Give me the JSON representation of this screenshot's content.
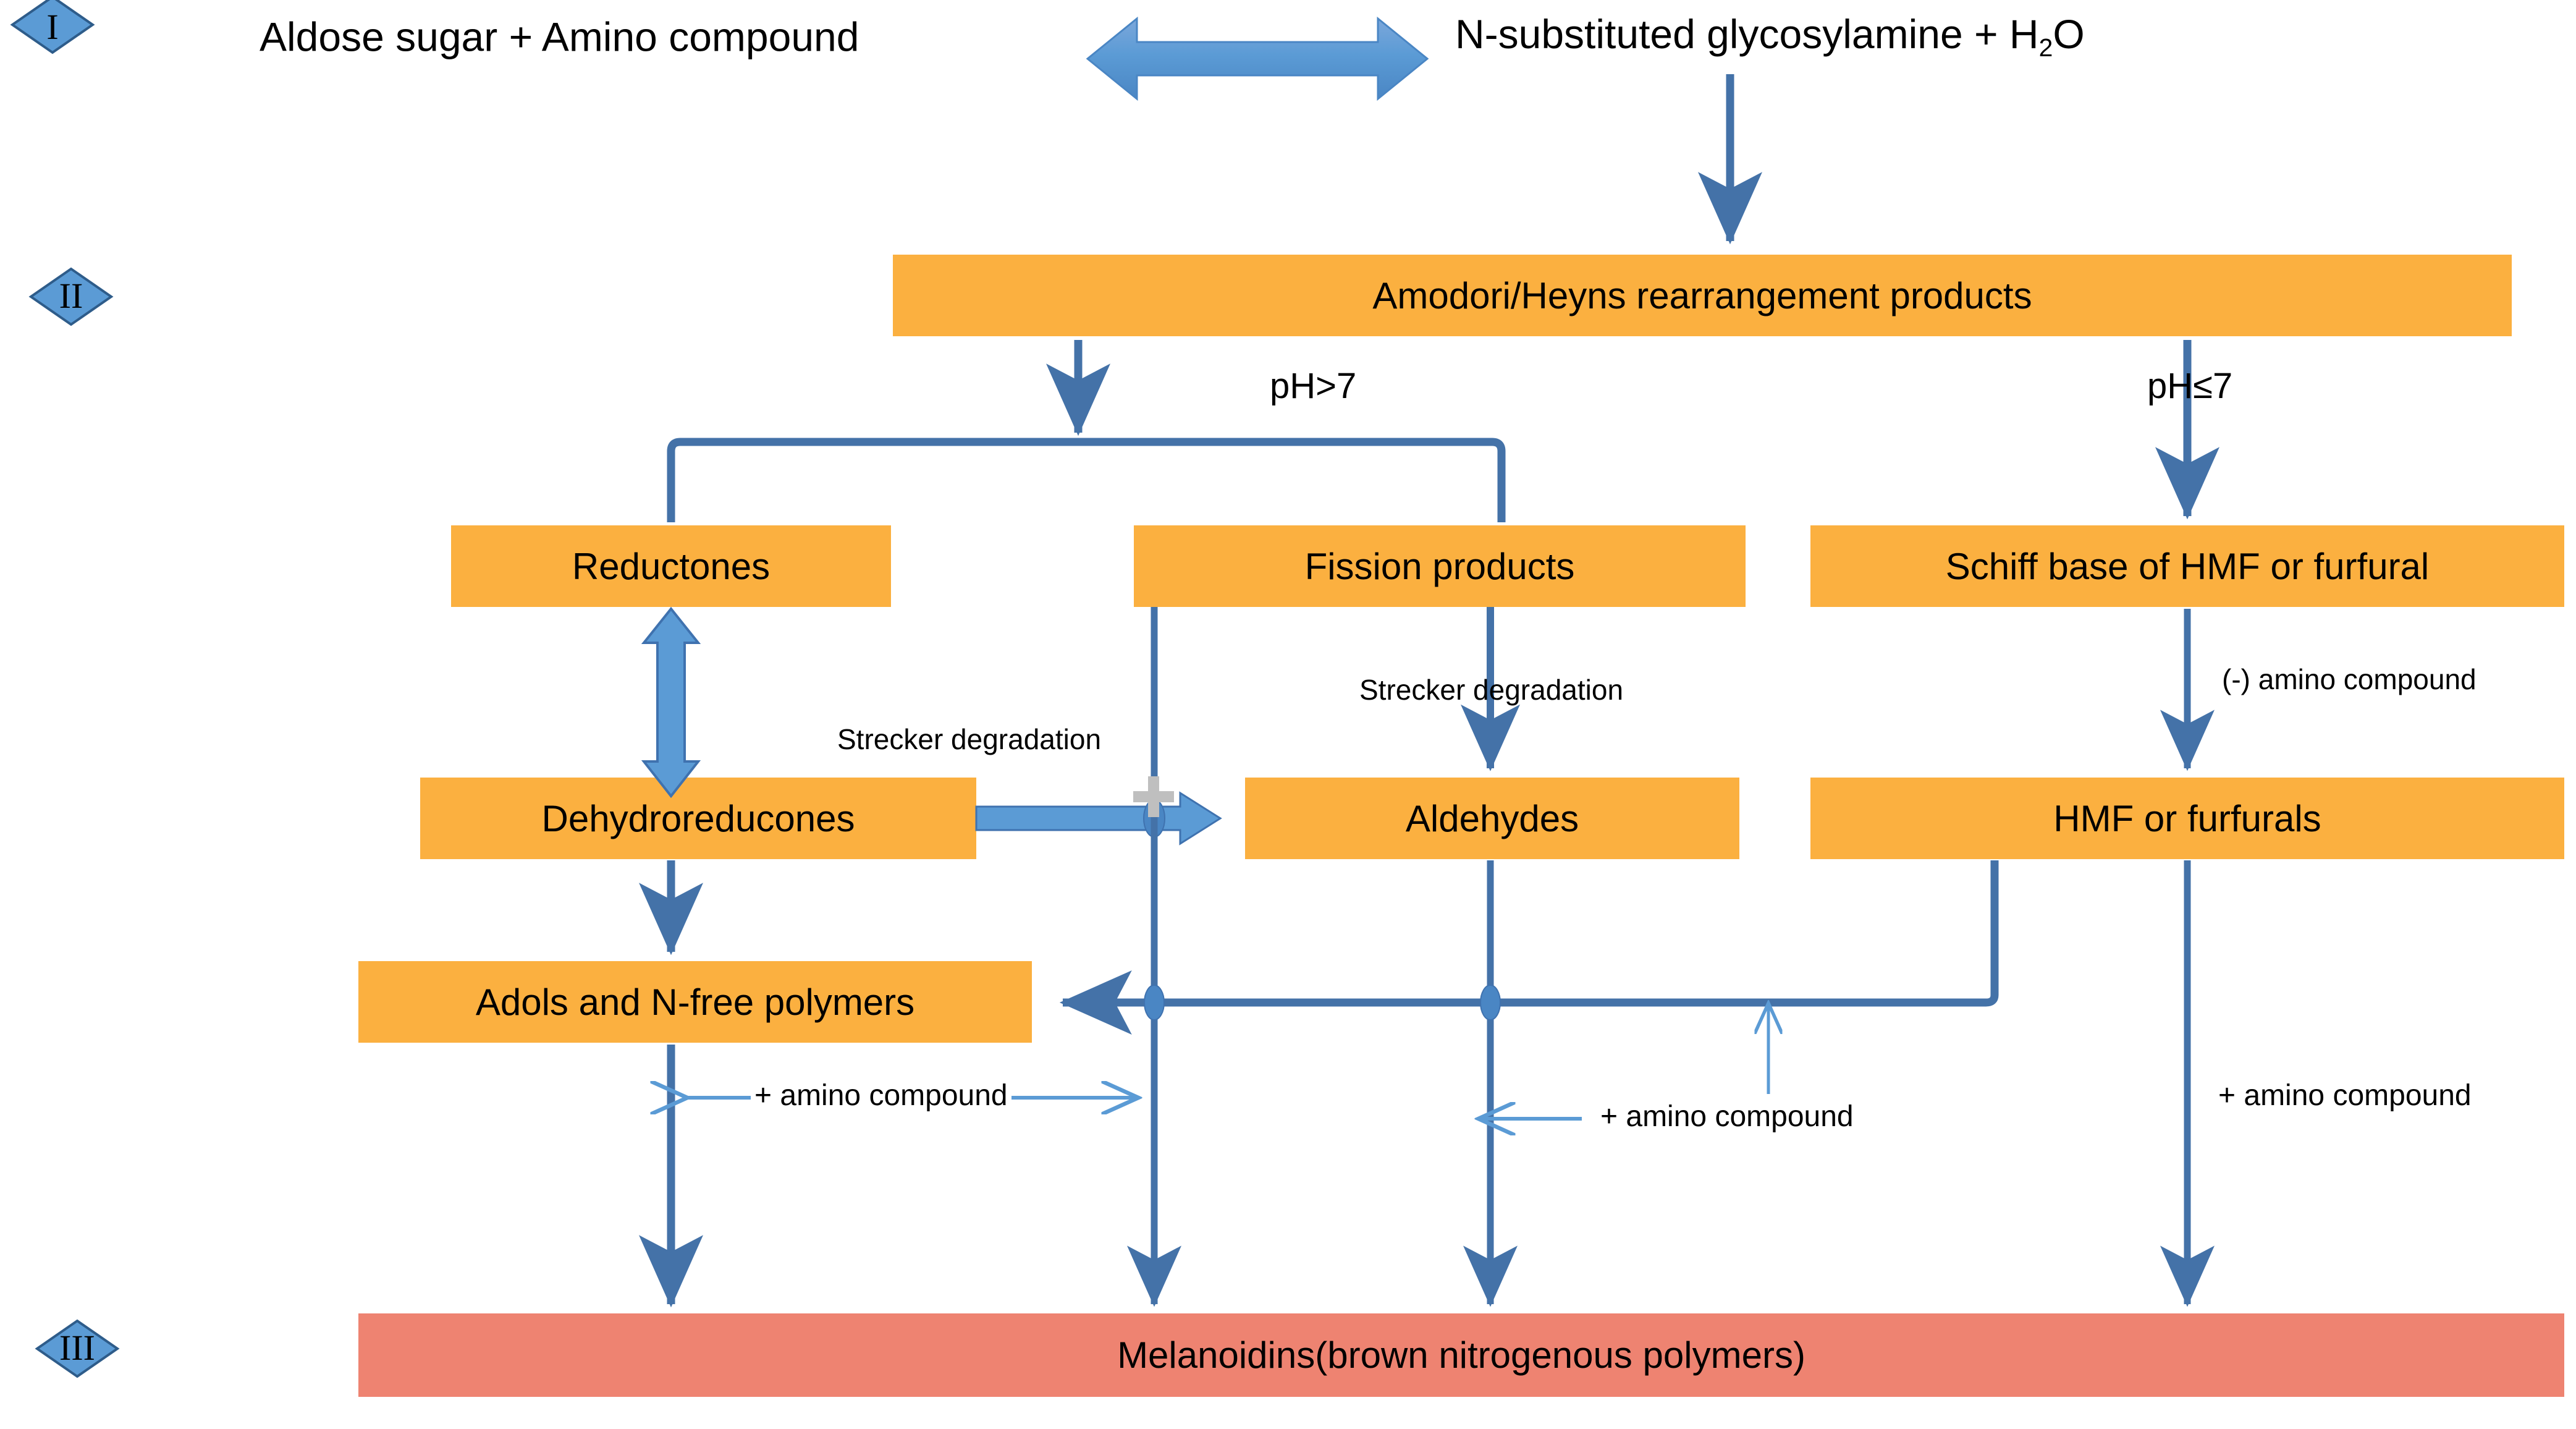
{
  "diagram": {
    "title": "Maillard reaction pathway",
    "colors": {
      "box_fill": "#FBB040",
      "box_fill_alt": "#FAB043",
      "final_fill": "#EE8371",
      "arrow_blue": "#4472A8",
      "arrow_blue_light": "#5B9BD5",
      "diamond_fill": "#5B9BD5",
      "diamond_stroke": "#2E5C8A",
      "plus_gray": "#BFBFBF",
      "text": "#000000"
    },
    "stages": [
      {
        "id": "I",
        "label": "I"
      },
      {
        "id": "II",
        "label": "II"
      },
      {
        "id": "III",
        "label": "III"
      }
    ],
    "stage_one": {
      "left_terms": "Aldose  sugar   +   Amino compound",
      "right_terms_main": "N-substituted glycosylamine  +  H",
      "right_terms_sub": "2",
      "right_terms_tail": "O",
      "arrow": "double-headed-arrow"
    },
    "boxes": [
      {
        "id": "amadori",
        "label": "Amodori/Heyns rearrangement  products"
      },
      {
        "id": "reductones",
        "label": "Reductones"
      },
      {
        "id": "fission",
        "label": "Fission products"
      },
      {
        "id": "schiff",
        "label": "Schiff base of HMF or furfural"
      },
      {
        "id": "dehydro",
        "label": "Dehydroreducones"
      },
      {
        "id": "aldehydes",
        "label": "Aldehydes"
      },
      {
        "id": "hmf",
        "label": "HMF or furfurals"
      },
      {
        "id": "adols",
        "label": "Adols and N-free polymers"
      },
      {
        "id": "melanoidins",
        "label": "Melanoidins(brown nitrogenous polymers)"
      }
    ],
    "edge_labels": [
      {
        "id": "ph-high",
        "text": "pH>7"
      },
      {
        "id": "ph-low",
        "text": "pH≤7"
      },
      {
        "id": "strecker-left",
        "text": "Strecker degradation"
      },
      {
        "id": "strecker-mid",
        "text": "Strecker degradation"
      },
      {
        "id": "minus-amino",
        "text": "(-) amino compound"
      },
      {
        "id": "plus-amino-1",
        "text": "+ amino compound"
      },
      {
        "id": "plus-amino-2",
        "text": "+ amino compound"
      },
      {
        "id": "plus-amino-3",
        "text": "+ amino compound"
      },
      {
        "id": "plus-sign",
        "text": "+"
      }
    ]
  }
}
